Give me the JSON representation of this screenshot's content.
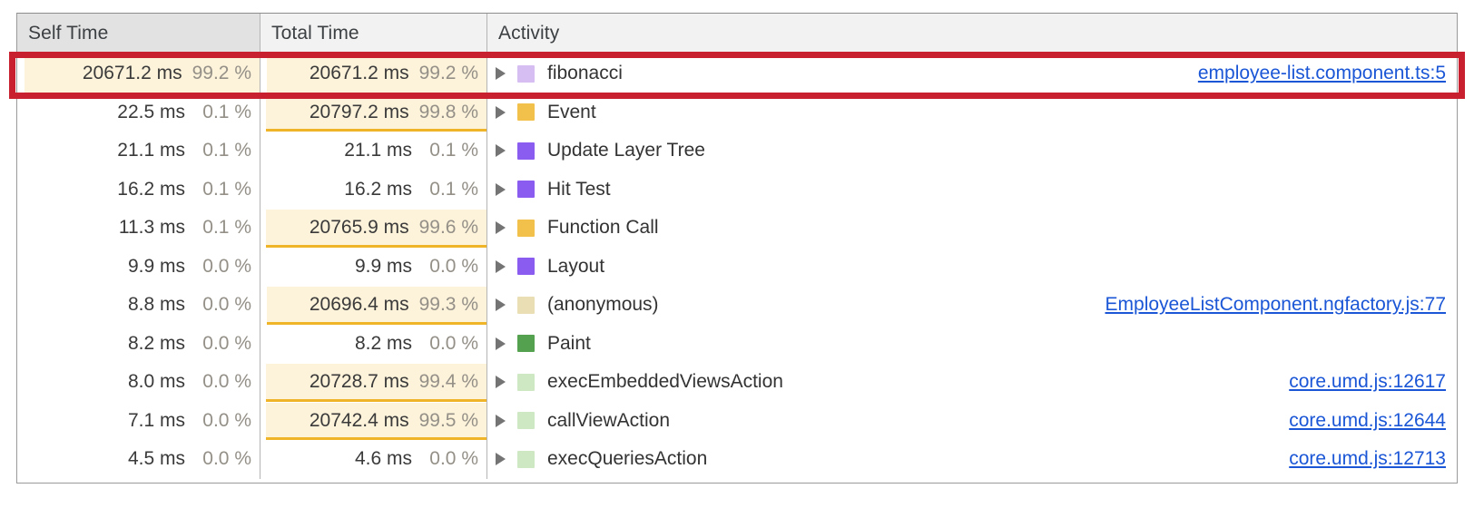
{
  "table": {
    "columns": [
      {
        "key": "self_time",
        "label": "Self Time",
        "sorted": true
      },
      {
        "key": "total_time",
        "label": "Total Time",
        "sorted": false
      },
      {
        "key": "activity",
        "label": "Activity",
        "sorted": false
      }
    ],
    "rows": [
      {
        "self_ms": "20671.2 ms",
        "self_pct": "99.2 %",
        "self_fill": 99.2,
        "total_ms": "20671.2 ms",
        "total_pct": "99.2 %",
        "total_fill": 99.2,
        "activity": "fibonacci",
        "swatch_name": "activity-color-swatch-scripting-light-purple",
        "swatch": "#d6bdf2",
        "link": "employee-list.component.ts:5",
        "highlighted": true
      },
      {
        "self_ms": "22.5 ms",
        "self_pct": "0.1 %",
        "self_fill": 0.1,
        "total_ms": "20797.2 ms",
        "total_pct": "99.8 %",
        "total_fill": 99.8,
        "activity": "Event",
        "swatch_name": "activity-color-swatch-scripting-yellow",
        "swatch": "#f2c14b",
        "link": "",
        "highlighted": false
      },
      {
        "self_ms": "21.1 ms",
        "self_pct": "0.1 %",
        "self_fill": 0.1,
        "total_ms": "21.1 ms",
        "total_pct": "0.1 %",
        "total_fill": 0.1,
        "activity": "Update Layer Tree",
        "swatch_name": "activity-color-swatch-rendering-purple",
        "swatch": "#8b5cf0",
        "link": "",
        "highlighted": false
      },
      {
        "self_ms": "16.2 ms",
        "self_pct": "0.1 %",
        "self_fill": 0.1,
        "total_ms": "16.2 ms",
        "total_pct": "0.1 %",
        "total_fill": 0.1,
        "activity": "Hit Test",
        "swatch_name": "activity-color-swatch-rendering-purple",
        "swatch": "#8b5cf0",
        "link": "",
        "highlighted": false
      },
      {
        "self_ms": "11.3 ms",
        "self_pct": "0.1 %",
        "self_fill": 0.1,
        "total_ms": "20765.9 ms",
        "total_pct": "99.6 %",
        "total_fill": 99.6,
        "activity": "Function Call",
        "swatch_name": "activity-color-swatch-scripting-yellow",
        "swatch": "#f2c14b",
        "link": "",
        "highlighted": false
      },
      {
        "self_ms": "9.9 ms",
        "self_pct": "0.0 %",
        "self_fill": 0.0,
        "total_ms": "9.9 ms",
        "total_pct": "0.0 %",
        "total_fill": 0.0,
        "activity": "Layout",
        "swatch_name": "activity-color-swatch-rendering-purple",
        "swatch": "#8b5cf0",
        "link": "",
        "highlighted": false
      },
      {
        "self_ms": "8.8 ms",
        "self_pct": "0.0 %",
        "self_fill": 0.0,
        "total_ms": "20696.4 ms",
        "total_pct": "99.3 %",
        "total_fill": 99.3,
        "activity": "(anonymous)",
        "swatch_name": "activity-color-swatch-scripting-tan",
        "swatch": "#eadfb4",
        "link": "EmployeeListComponent.ngfactory.js:77",
        "highlighted": false
      },
      {
        "self_ms": "8.2 ms",
        "self_pct": "0.0 %",
        "self_fill": 0.0,
        "total_ms": "8.2 ms",
        "total_pct": "0.0 %",
        "total_fill": 0.0,
        "activity": "Paint",
        "swatch_name": "activity-color-swatch-painting-green",
        "swatch": "#54a24f",
        "link": "",
        "highlighted": false
      },
      {
        "self_ms": "8.0 ms",
        "self_pct": "0.0 %",
        "self_fill": 0.0,
        "total_ms": "20728.7 ms",
        "total_pct": "99.4 %",
        "total_fill": 99.4,
        "activity": "execEmbeddedViewsAction",
        "swatch_name": "activity-color-swatch-scripting-light-green",
        "swatch": "#cfe8c4",
        "link": "core.umd.js:12617",
        "highlighted": false
      },
      {
        "self_ms": "7.1 ms",
        "self_pct": "0.0 %",
        "self_fill": 0.0,
        "total_ms": "20742.4 ms",
        "total_pct": "99.5 %",
        "total_fill": 99.5,
        "activity": "callViewAction",
        "swatch_name": "activity-color-swatch-scripting-light-green",
        "swatch": "#cfe8c4",
        "link": "core.umd.js:12644",
        "highlighted": false
      },
      {
        "self_ms": "4.5 ms",
        "self_pct": "0.0 %",
        "self_fill": 0.0,
        "total_ms": "4.6 ms",
        "total_pct": "0.0 %",
        "total_fill": 0.0,
        "activity": "execQueriesAction",
        "swatch_name": "activity-color-swatch-scripting-light-green",
        "swatch": "#cfe8c4",
        "link": "core.umd.js:12713",
        "highlighted": false
      }
    ]
  },
  "annotation": {
    "highlight_color": "#c8202e",
    "highlighted_row_activity": "fibonacci"
  },
  "colors": {
    "link": "#1a56d6",
    "bar_fill": "#fdf2da",
    "bar_border": "#f0b429",
    "header_bg": "#f2f2f2",
    "header_sorted_bg": "#e2e2e2"
  }
}
